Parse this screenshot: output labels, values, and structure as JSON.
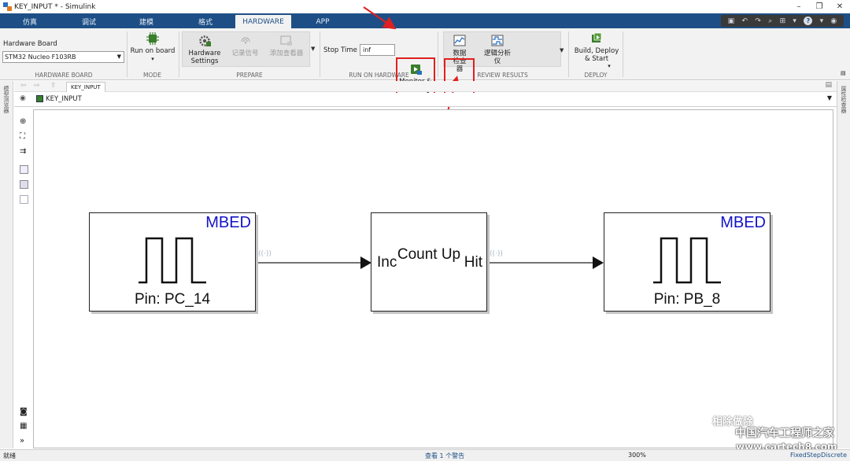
{
  "window": {
    "title": "KEY_INPUT * - Simulink"
  },
  "window_controls": {
    "minimize": "–",
    "restore": "❐",
    "close": "✕"
  },
  "tabs": [
    "仿真",
    "调试",
    "建模",
    "格式",
    "HARDWARE",
    "APP"
  ],
  "active_tab": "HARDWARE",
  "quick_access": {
    "help": "?"
  },
  "ribbon": {
    "hardware_board": {
      "label": "Hardware Board",
      "value": "STM32 Nucleo F103RB",
      "group": "HARDWARE BOARD"
    },
    "mode": {
      "run_on_board": "Run on board",
      "group": "MODE"
    },
    "prepare": {
      "hardware_settings": "Hardware Settings",
      "log_signals": "记录信号",
      "add_viewer": "添加查看器",
      "group": "PREPARE"
    },
    "run_on_hardware": {
      "stop_time_label": "Stop Time",
      "stop_time_value": "inf",
      "monitor_tune": "Monitor & Tune",
      "group": "RUN ON HARDWARE"
    },
    "review_results": {
      "data_inspector": "数据检查器",
      "logic_analyzer": "逻辑分析仪",
      "group": "REVIEW RESULTS"
    },
    "deploy": {
      "build_deploy_start": "Build, Deploy & Start",
      "group": "DEPLOY"
    }
  },
  "sidebars": {
    "left": "模型浏览器",
    "right": "属性检查器"
  },
  "breadcrumb": {
    "tab": "KEY_INPUT",
    "path": "KEY_INPUT"
  },
  "diagram": {
    "blocks": [
      {
        "id": "in",
        "badge": "MBED",
        "label": "Pin: PC_14"
      },
      {
        "id": "count",
        "title": "Count Up",
        "port_in": "Inc",
        "port_out": "Hit"
      },
      {
        "id": "out",
        "badge": "MBED",
        "label": "Pin: PB_8"
      }
    ]
  },
  "status": {
    "left": "就绪",
    "center": "查看 1 个警告",
    "zoom": "300%",
    "solver": "FixedStepDiscrete"
  },
  "watermark": {
    "line1": "相除做除",
    "line2": "中国汽车工程师之家",
    "line3": "www.cartech8.com"
  },
  "colors": {
    "accent": "#1d4f86",
    "highlight": "#e02020",
    "mbed": "#1414c8"
  }
}
